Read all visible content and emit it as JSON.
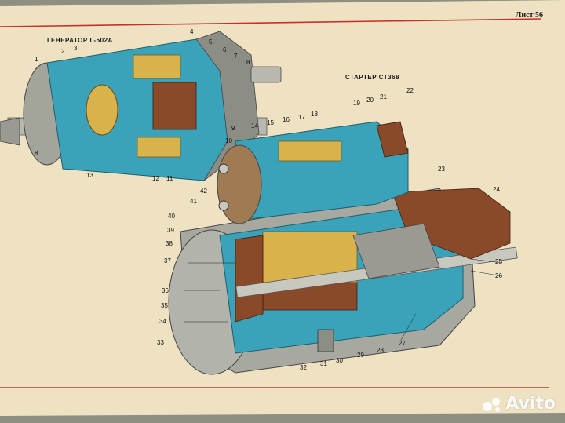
{
  "sheet": {
    "number_label": "Лист 56",
    "generator_title": "ГЕНЕРАТОР Г-502А",
    "starter_title": "СТАРТЕР СТ368"
  },
  "generator_callouts": [
    "1",
    "2",
    "3",
    "4",
    "5",
    "6",
    "7",
    "8",
    "9",
    "10",
    "11",
    "12",
    "13",
    "8"
  ],
  "starter_callouts": [
    "14",
    "15",
    "16",
    "17",
    "18",
    "19",
    "20",
    "21",
    "22",
    "23",
    "24",
    "25",
    "26",
    "27",
    "28",
    "29",
    "30",
    "31",
    "32",
    "33",
    "34",
    "35",
    "36",
    "37",
    "38",
    "39",
    "40",
    "41",
    "42"
  ],
  "watermark": {
    "brand": "Avito"
  },
  "colors": {
    "paper": "#efe2c3",
    "border_red": "#c8312b",
    "section_blue": "#3aa3b9",
    "winding_yellow": "#d8b24a",
    "copper_brown": "#8a4a2a",
    "steel_grey": "#9a9a93"
  }
}
